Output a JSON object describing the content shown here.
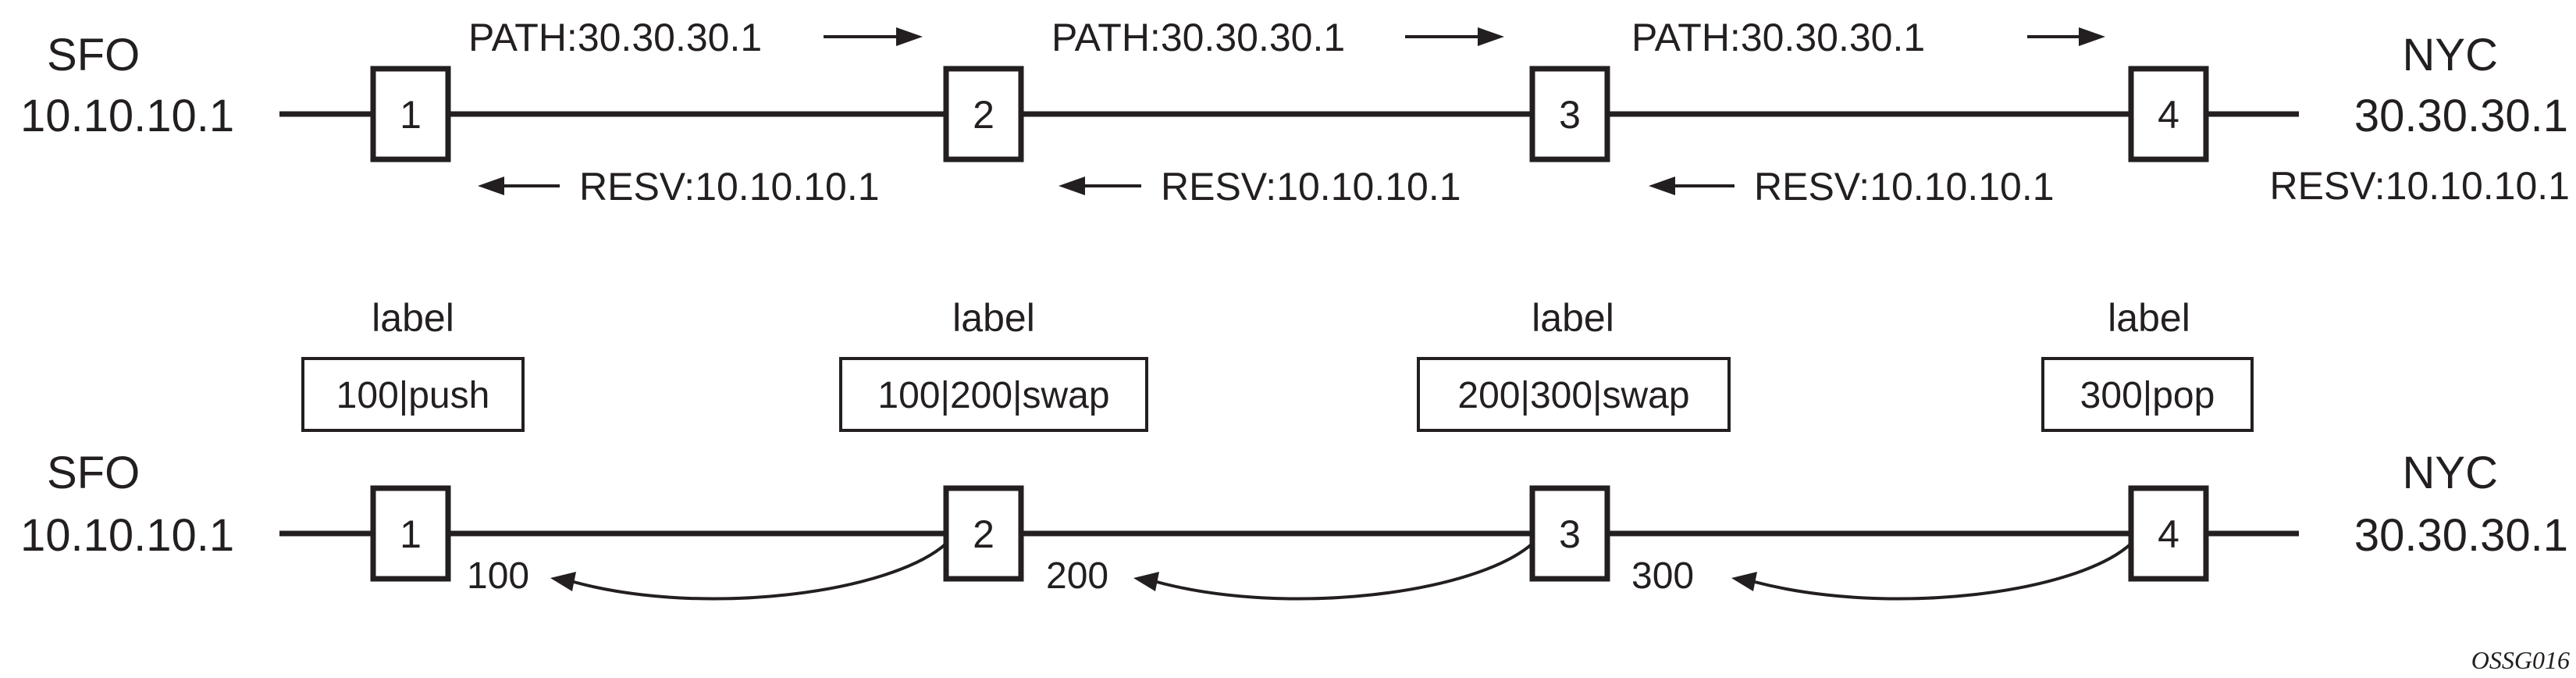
{
  "colors": {
    "ink": "#231f20",
    "background": "#ffffff"
  },
  "top": {
    "left_end": {
      "name": "SFO",
      "ip": "10.10.10.1"
    },
    "right_end": {
      "name": "NYC",
      "ip": "30.30.30.1",
      "resv": "RESV:10.10.10.1"
    },
    "nodes": [
      "1",
      "2",
      "3",
      "4"
    ],
    "path_messages": [
      "PATH:30.30.30.1",
      "PATH:30.30.30.1",
      "PATH:30.30.30.1"
    ],
    "resv_messages": [
      "RESV:10.10.10.1",
      "RESV:10.10.10.1",
      "RESV:10.10.10.1"
    ]
  },
  "bottom": {
    "left_end": {
      "name": "SFO",
      "ip": "10.10.10.1"
    },
    "right_end": {
      "name": "NYC",
      "ip": "30.30.30.1"
    },
    "nodes": [
      "1",
      "2",
      "3",
      "4"
    ],
    "label_titles": [
      "label",
      "label",
      "label",
      "label"
    ],
    "label_ops": [
      "100|push",
      "100|200|swap",
      "200|300|swap",
      "300|pop"
    ],
    "label_values": [
      "100",
      "200",
      "300"
    ]
  },
  "caption": "OSSG016"
}
